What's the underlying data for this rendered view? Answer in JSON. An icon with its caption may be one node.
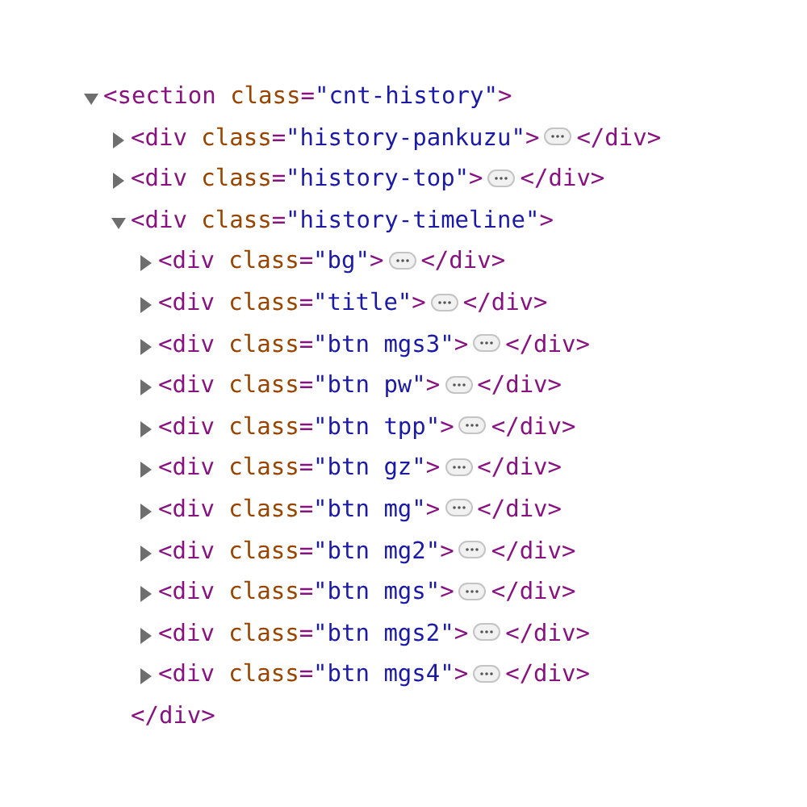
{
  "diagram": {
    "labels": [
      "<section class=\"cnt-history\">",
      "<div class=\"history-pankuzu\">",
      "</div>",
      "<div class=\"history-top\">",
      "</div>",
      "<div class=\"history-timeline\">",
      "<div class=\"bg\">",
      "</div>",
      "<div class=\"title\">",
      "</div>",
      "<div class=\"btn mgs3\">",
      "</div>",
      "<div class=\"btn pw\">",
      "</div>",
      "<div class=\"btn tpp\">",
      "</div>",
      "<div class=\"btn gz\">",
      "</div>",
      "<div class=\"btn mg\">",
      "</div>",
      "<div class=\"btn mg2\">",
      "</div>",
      "<div class=\"btn mgs\">",
      "</div>",
      "<div class=\"btn mgs2\">",
      "</div>",
      "<div class=\"btn mgs4\">",
      "</div>",
      "</div>"
    ]
  }
}
